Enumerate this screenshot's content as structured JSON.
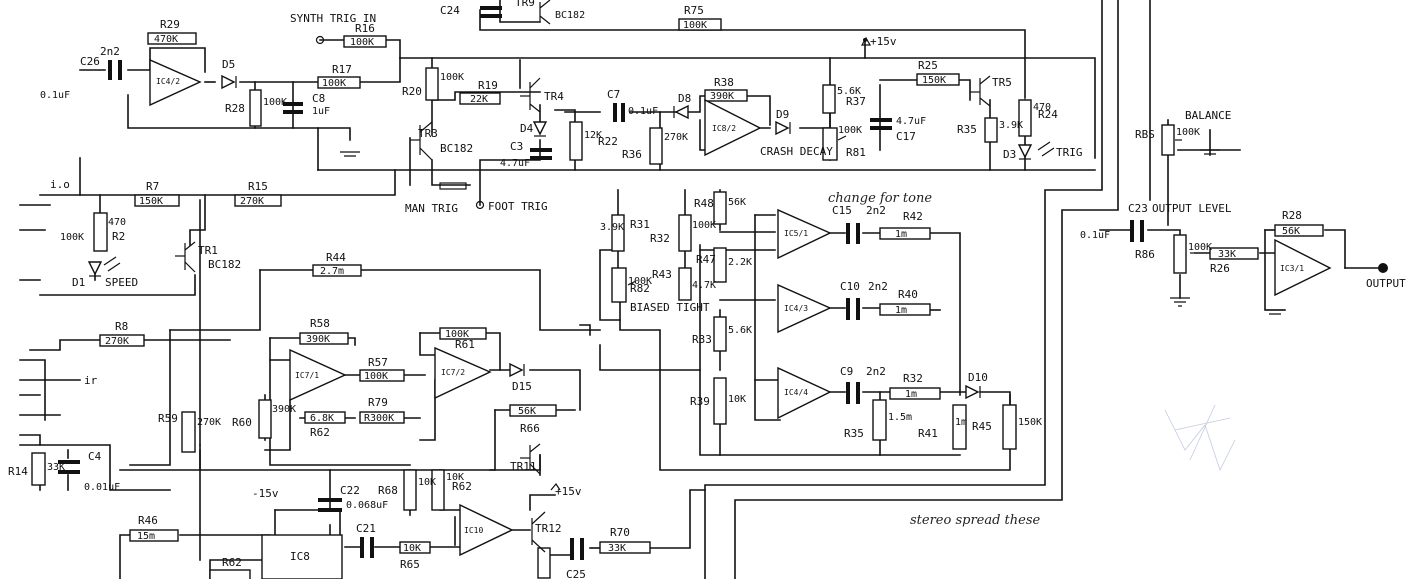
{
  "labels": {
    "r29": "R29",
    "r29_v": "470K",
    "r16": "R16",
    "r16_v": "100K",
    "r17": "R17",
    "r17_v": "100K",
    "r28a": "R28",
    "r28a_v": "100K",
    "r20": "R20",
    "r20_v": "100K",
    "r19": "R19",
    "r19_v": "22K",
    "r22": "R22",
    "r22_v": "12K",
    "r36": "R36",
    "r36_v": "270K",
    "r38": "R38",
    "r38_v": "390K",
    "r37": "R37",
    "r37_v": "5.6K",
    "r81": "R81",
    "r81_v": "100K",
    "r25": "R25",
    "r25_v": "150K",
    "r35b": "R35",
    "r35b_v": "3.9K",
    "r24": "R24",
    "r24_v": "470",
    "r75": "R75",
    "r75_v": "100K",
    "rbs": "RBS",
    "rbs_v": "100K",
    "r7": "R7",
    "r7_v": "150K",
    "r15": "R15",
    "r15_v": "270K",
    "r2": "R2",
    "r2_v": "470",
    "r2_pot": "100K",
    "r44": "R44",
    "r44_v": "2.7m",
    "r8": "R8",
    "r8_v": "270K",
    "r31": "R31",
    "r31_v": "3.9K",
    "r32a": "R32",
    "r32a_v": "100K",
    "r82": "R82",
    "r82_v": "100K",
    "r48": "R48",
    "r48_v": "56K",
    "r47": "R47",
    "r47_v": "2.2K",
    "r43": "R43",
    "r43_v": "4.7K",
    "r33": "R33",
    "r33_v": "5.6K",
    "r39": "R39",
    "r39_v": "10K",
    "r42": "R42",
    "r42_v": "1m",
    "r40": "R40",
    "r40_v": "1m",
    "r32b": "R32",
    "r32b_v": "1m",
    "r35": "R35",
    "r35_v": "1.5m",
    "r41": "R41",
    "r41_v": "1m",
    "r45": "R45",
    "r45_v": "150K",
    "r58": "R58",
    "r58_v": "390K",
    "r57": "R57",
    "r57_v": "100K",
    "r61": "R61",
    "r61_v": "100K",
    "r60": "R60",
    "r60_v": "390K",
    "r79": "R79",
    "r79_v": "R300K",
    "r62a": "R62",
    "r62a_v": "6.8K",
    "r66": "R66",
    "r66_v": "56K",
    "r59": "R59",
    "r59_v": "270K",
    "r14": "R14",
    "r14_v": "33K",
    "r46": "R46",
    "r46_v": "15m",
    "r68": "R68",
    "r68_v": "10K",
    "r62b": "R62",
    "r62b_v": "10K",
    "r65": "R65",
    "r65_v": "10K",
    "r70": "R70",
    "r70_v": "33K",
    "r62c": "R62",
    "r86": "R86",
    "r86_v": "100K",
    "r26": "R26",
    "r26_v": "33K",
    "r28": "R28",
    "r28_v": "56K",
    "c26": "C26",
    "c26_v": "2n2",
    "c8": "C8",
    "c8_v": "1uF",
    "c3": "C3",
    "c3_v": "4.7uF",
    "c7": "C7",
    "c7_v": "0.1uF",
    "c17": "C17",
    "c17_v": "4.7uF",
    "c24": "C24",
    "c15": "C15",
    "c15_v": "2n2",
    "c10": "C10",
    "c10_v": "2n2",
    "c9": "C9",
    "c9_v": "2n2",
    "c4": "C4",
    "c4_v": "0.01uF",
    "c22": "C22",
    "c22_v": "0.068uF",
    "c21": "C21",
    "c25": "C25",
    "c23": "C23",
    "c23_v": "0.1uF",
    "c_left_v": "0.1uF",
    "d5": "D5",
    "d4": "D4",
    "d8": "D8",
    "d9": "D9",
    "d3": "D3",
    "d1": "D1",
    "d15": "D15",
    "d10": "D10",
    "tr3": "TR3",
    "tr3_v": "BC182",
    "tr4": "TR4",
    "tr5": "TR5",
    "tr9": "TR9",
    "tr9_v": "BC182",
    "tr1": "TR1",
    "tr1_v": "BC182",
    "tr11": "TR11",
    "tr12": "TR12",
    "ic4_2": "IC4/2",
    "ic8_2": "IC8/2",
    "ic5_1": "IC5/1",
    "ic4_3": "IC4/3",
    "ic4_4": "IC4/4",
    "ic7_1": "IC7/1",
    "ic7_2": "IC7/2",
    "ic10": "IC10",
    "ic8": "IC8",
    "ic3_1": "IC3/1",
    "synth_trig_in": "SYNTH TRIG IN",
    "plus15v_a": "+15v",
    "plus15v_b": "+15v",
    "minus15v": "-15v",
    "man_trig": "MAN TRIG",
    "foot_trig": "FOOT TRIG",
    "crash_decay": "CRASH DECAY",
    "trig": "TRIG",
    "speed": "SPEED",
    "biased_tight": "BIASED TIGHT",
    "balance": "BALANCE",
    "output_level": "OUTPUT LEVEL",
    "output": "OUTPUT",
    "left_cut": "i.o",
    "left_cut2": "ir"
  },
  "annotations": {
    "change_for_tone": "change for tone",
    "stereo_spread": "stereo spread these"
  }
}
